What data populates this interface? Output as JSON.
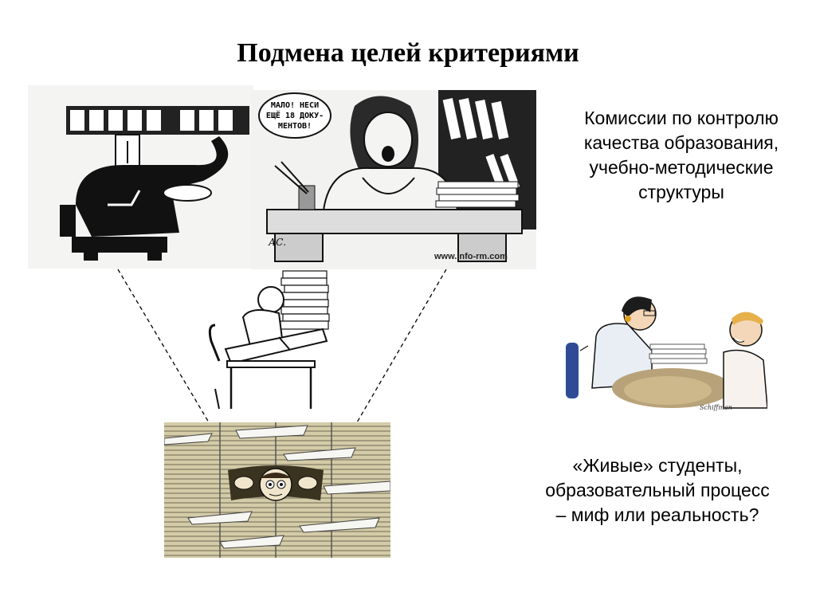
{
  "slide": {
    "title": "Подмена целей критериями",
    "caption_commissions": "Комиссии по контролю качества образования, учебно-методические структуры",
    "caption_students": "«Живые» студенты, образовательный процесс – миф или реальность?"
  },
  "cartoons": {
    "bureaucrat_speech": [
      "МАЛО! НЕСИ",
      "ЕЩЁ 18 ДОКУ-",
      "МЕНТОВ!"
    ],
    "bureaucrat_signature": "АС.",
    "bureaucrat_watermark": "www.info-rm.com",
    "student_signature": "Schiffman"
  }
}
